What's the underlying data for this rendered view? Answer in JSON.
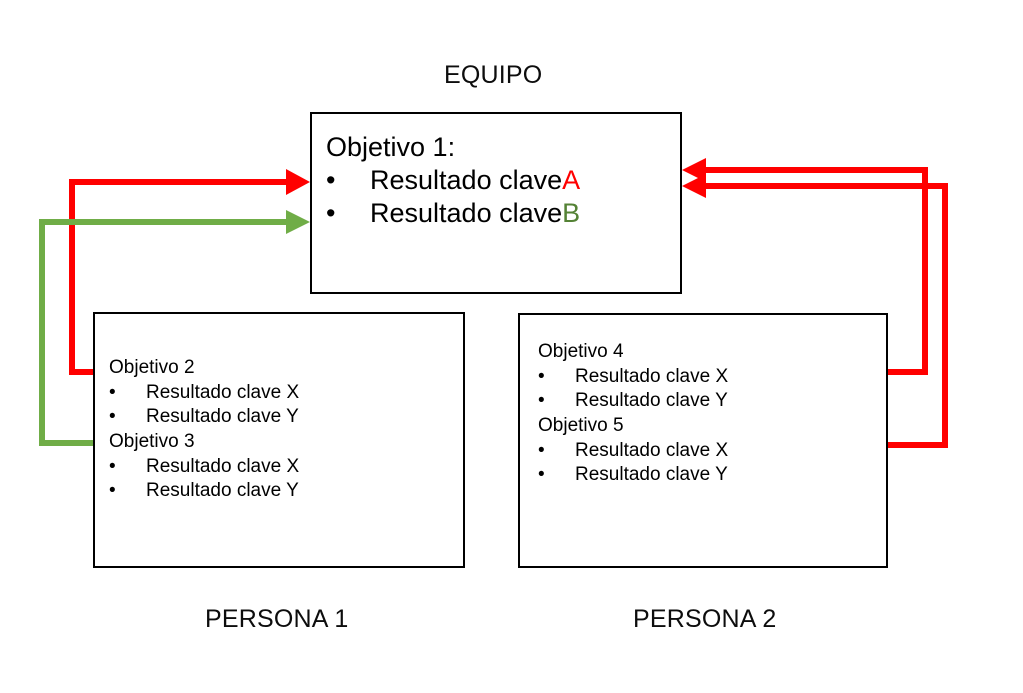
{
  "diagram": {
    "title_team": "EQUIPO",
    "label_person_1": "PERSONA 1",
    "label_person_2": "PERSONA 2"
  },
  "colors": {
    "red": "#FF0000",
    "green": "#70AD47",
    "green_text": "#548235",
    "box_border": "#000000",
    "text": "#000000",
    "background": "#FFFFFF"
  },
  "team_box": {
    "objective": "Objetivo 1:",
    "bullet": "•",
    "key_results": [
      {
        "text": "Resultado clave ",
        "marker": "A",
        "marker_color": "#FF0000"
      },
      {
        "text": "Resultado clave ",
        "marker": "B",
        "marker_color": "#548235"
      }
    ]
  },
  "person1_box": {
    "bullet": "•",
    "objectives": [
      {
        "head": "Objetivo 2",
        "key_results": [
          "Resultado clave X",
          "Resultado clave Y"
        ]
      },
      {
        "head": "Objetivo 3",
        "key_results": [
          "Resultado clave X",
          "Resultado clave Y"
        ]
      }
    ]
  },
  "person2_box": {
    "bullet": "•",
    "objectives": [
      {
        "head": "Objetivo 4",
        "key_results": [
          "Resultado clave X",
          "Resultado clave Y"
        ]
      },
      {
        "head": "Objetivo 5",
        "key_results": [
          "Resultado clave X",
          "Resultado clave Y"
        ]
      }
    ]
  },
  "connectors": [
    {
      "name": "persona1-objetivo2-to-resultado-a",
      "color": "#FF0000"
    },
    {
      "name": "persona1-objetivo3-to-resultado-b",
      "color": "#70AD47"
    },
    {
      "name": "persona2-objetivo4-to-resultado-a",
      "color": "#FF0000"
    },
    {
      "name": "persona2-objetivo5-to-resultado-a",
      "color": "#FF0000"
    }
  ]
}
